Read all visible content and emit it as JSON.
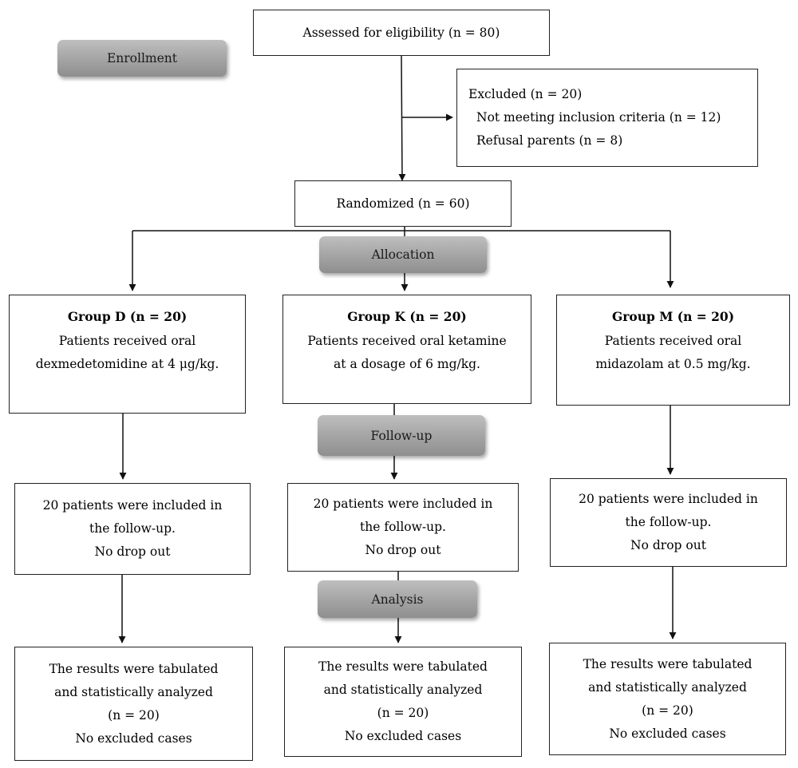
{
  "stages": {
    "enrollment": "Enrollment",
    "allocation": "Allocation",
    "follow_up": "Follow-up",
    "analysis": "Analysis"
  },
  "assessed": "Assessed for eligibility (n = 80)",
  "excluded": {
    "title": "Excluded (n = 20)",
    "reasons": [
      "Not meeting inclusion criteria (n = 12)",
      "Refusal parents (n = 8)"
    ]
  },
  "randomized": "Randomized (n = 60)",
  "groups": [
    {
      "title": "Group D (n = 20)",
      "lines": [
        "Patients received oral",
        "dexmedetomidine at 4 μg/kg."
      ],
      "follow_up": [
        "20 patients were included in",
        "the follow-up.",
        "No drop out"
      ],
      "analysis": [
        "The results were tabulated",
        "and statistically analyzed",
        "(n = 20)",
        "No excluded cases"
      ]
    },
    {
      "title": "Group K (n = 20)",
      "lines": [
        "Patients received oral ketamine",
        "at a dosage of 6 mg/kg."
      ],
      "follow_up": [
        "20 patients were included in",
        "the follow-up.",
        "No drop out"
      ],
      "analysis": [
        "The results were tabulated",
        "and statistically analyzed",
        "(n = 20)",
        "No excluded cases"
      ]
    },
    {
      "title": "Group M (n = 20)",
      "lines": [
        "Patients received oral",
        "midazolam at 0.5 mg/kg."
      ],
      "follow_up": [
        "20 patients were included in",
        "the follow-up.",
        "No drop out"
      ],
      "analysis": [
        "The results were tabulated",
        "and statistically analyzed",
        "(n = 20)",
        "No excluded cases"
      ]
    }
  ]
}
